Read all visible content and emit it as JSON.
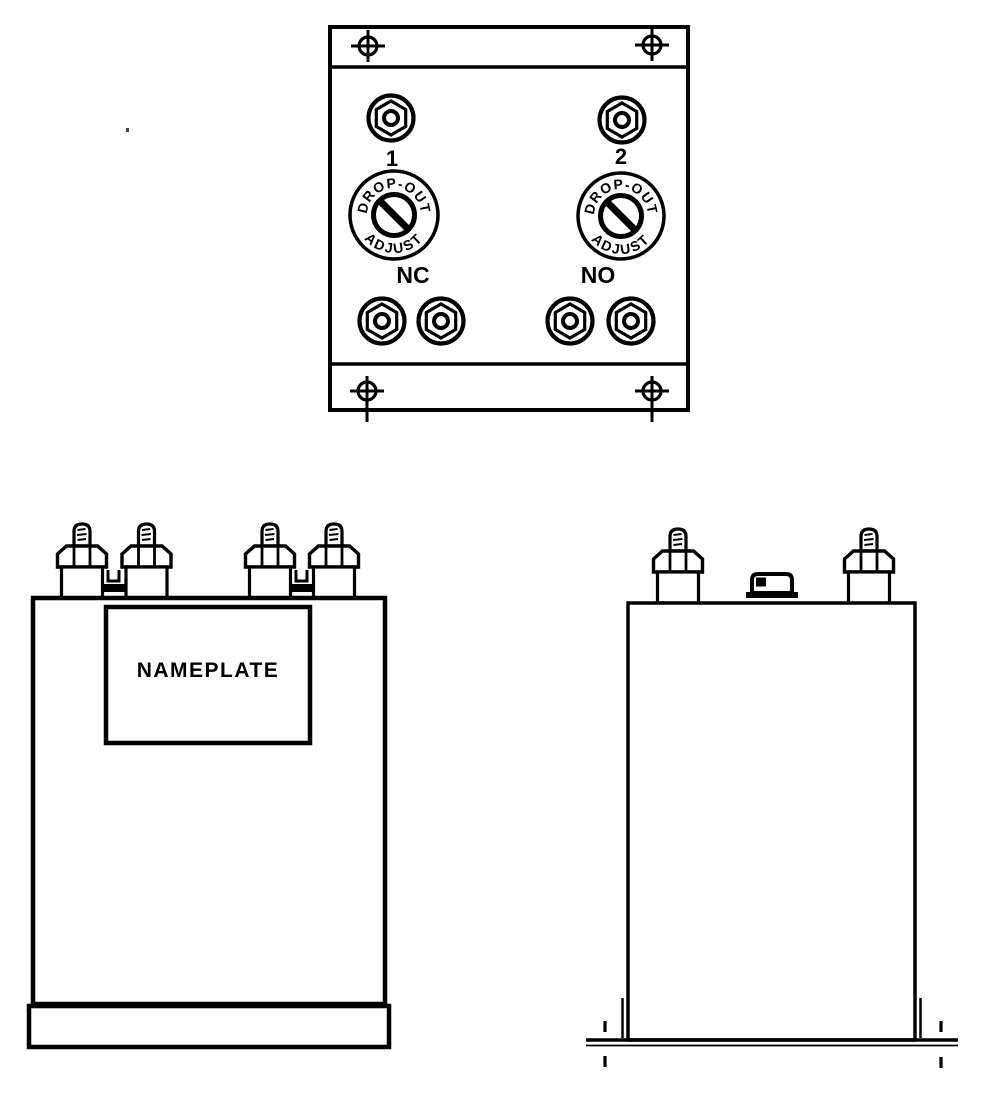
{
  "colors": {
    "ink": "#000000",
    "paper": "#ffffff"
  },
  "top_view": {
    "terminal_1_label": "1",
    "terminal_2_label": "2",
    "left_circuit_label": "NC",
    "right_circuit_label": "NO",
    "dial_label_top": "DROP-OUT",
    "dial_label_bottom": "ADJUST"
  },
  "front_view": {
    "nameplate_label": "NAMEPLATE"
  }
}
